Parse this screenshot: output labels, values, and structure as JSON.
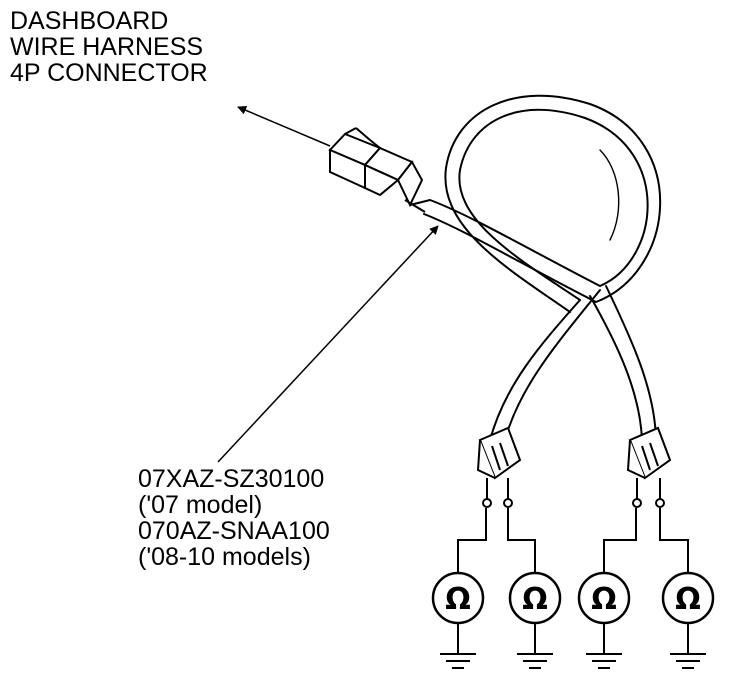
{
  "connector_label": {
    "line1": "DASHBOARD",
    "line2": "WIRE HARNESS",
    "line3": "4P CONNECTOR"
  },
  "part_label": {
    "line1": "07XAZ-SZ30100",
    "line2": "('07 model)",
    "line3": "070AZ-SNAA100",
    "line4": "('08-10 models)"
  },
  "meter_symbol": "Ω",
  "meters": [
    {
      "symbol": "Ω"
    },
    {
      "symbol": "Ω"
    },
    {
      "symbol": "Ω"
    },
    {
      "symbol": "Ω"
    }
  ],
  "colors": {
    "line": "#000000",
    "background": "#ffffff"
  }
}
